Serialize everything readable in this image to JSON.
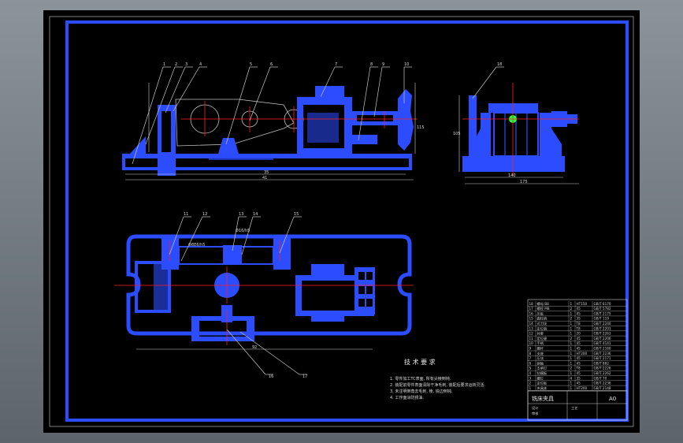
{
  "part_numbers_front": [
    "1",
    "2",
    "3",
    "4",
    "5",
    "6",
    "7",
    "8",
    "9",
    "10"
  ],
  "part_number_side": "18",
  "part_numbers_top": [
    "11",
    "12",
    "13",
    "14",
    "15",
    "16",
    "17"
  ],
  "fits": [
    "Φ8E6/h5",
    "Φ16/h5"
  ],
  "dims": {
    "front_width": "41",
    "front_sub": "35",
    "front_height": "115",
    "side_height": "105",
    "side_width": "140",
    "side_width2": "175",
    "top_width": "92"
  },
  "notes": {
    "title": "技 术 要 求",
    "items": [
      "1. 零件加工TC表面,  所有尖棱倒钝.",
      "2. 装配前零件表面清除干净毛刺, 装配后要求运转灵活.",
      "3. 未注明倒角去毛刺, 棱, 锐边倒钝.",
      "4. 工作面涂防锈油."
    ]
  },
  "title_block": {
    "title": "铣床夹具",
    "sheet": "A0",
    "rows": [
      {
        "no": "18",
        "name": "螺母 B8",
        "qty": "1",
        "mat": "HT150",
        "std": "GB/T 6170"
      },
      {
        "no": "17",
        "name": "螺栓 M8",
        "qty": "2",
        "mat": "45",
        "std": "GB/T 5782"
      },
      {
        "no": "16",
        "name": "压板",
        "qty": "1",
        "mat": "45",
        "std": "GB/T 2175"
      },
      {
        "no": "15",
        "name": "圆柱销",
        "qty": "2",
        "mat": "35",
        "std": "GB/T 119"
      },
      {
        "no": "14",
        "name": "对刀块",
        "qty": "1",
        "mat": "T8",
        "std": "GB/T 2240"
      },
      {
        "no": "13",
        "name": "定位销",
        "qty": "1",
        "mat": "T8",
        "std": "GB/T 2203"
      },
      {
        "no": "12",
        "name": "衬套",
        "qty": "1",
        "mat": "20",
        "std": "GB/T 2263"
      },
      {
        "no": "11",
        "name": "定位键",
        "qty": "2",
        "mat": "45",
        "std": "GB/T 2206"
      },
      {
        "no": "10",
        "name": "手柄",
        "qty": "1",
        "mat": "45",
        "std": "GB/T 4141"
      },
      {
        "no": "9",
        "name": "螺杆",
        "qty": "1",
        "mat": "45",
        "std": "GB/T 2160"
      },
      {
        "no": "8",
        "name": "支座",
        "qty": "1",
        "mat": "HT200",
        "std": "GB/T 2236"
      },
      {
        "no": "7",
        "name": "压块",
        "qty": "1",
        "mat": "45",
        "std": "GB/T 2171"
      },
      {
        "no": "6",
        "name": "销轴",
        "qty": "1",
        "mat": "45",
        "std": "GB/T 882"
      },
      {
        "no": "5",
        "name": "支承钉",
        "qty": "2",
        "mat": "T8",
        "std": "GB/T 2226"
      },
      {
        "no": "4",
        "name": "钻模板",
        "qty": "1",
        "mat": "45",
        "std": "GB/T 2262"
      },
      {
        "no": "3",
        "name": "螺钉",
        "qty": "4",
        "mat": "35",
        "std": "GB/T 70"
      },
      {
        "no": "2",
        "name": "定位板",
        "qty": "1",
        "mat": "45",
        "std": "GB/T 2236"
      },
      {
        "no": "1",
        "name": "夹具体",
        "qty": "1",
        "mat": "HT200",
        "std": "GB/T 2148"
      }
    ],
    "footer": [
      "设计",
      "审核",
      "工艺"
    ]
  },
  "colors": {
    "ink": "#2b4cff",
    "center_line": "#ff2020",
    "frame": "#2b4cff",
    "paper": "#000000"
  }
}
